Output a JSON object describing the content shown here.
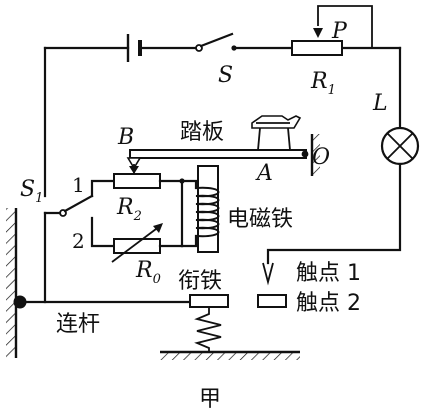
{
  "labels": {
    "switch_s": "S",
    "slider_p": "P",
    "r1_main": "R",
    "r1_sub": "1",
    "lamp": "L",
    "point_b": "B",
    "pedal": "踏板",
    "pivot_o": "O",
    "point_a": "A",
    "switch_s1_main": "S",
    "switch_s1_sub": "1",
    "branch_1": "1",
    "branch_2": "2",
    "r2_main": "R",
    "r2_sub": "2",
    "r0_main": "R",
    "r0_sub": "0",
    "electromagnet": "电磁铁",
    "armature": "衔铁",
    "contact_1": "触点 1",
    "contact_2": "触点 2",
    "rod": "连杆",
    "figure_caption": "甲"
  }
}
